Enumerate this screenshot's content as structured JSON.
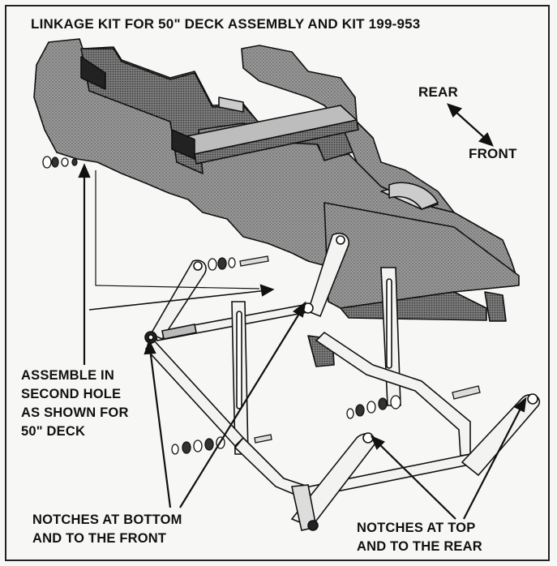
{
  "title": "LINKAGE KIT FOR 50\" DECK ASSEMBLY AND KIT 199-953",
  "direction": {
    "rear": "REAR",
    "front": "FRONT"
  },
  "callouts": {
    "assemble": [
      "ASSEMBLE IN",
      "SECOND HOLE",
      "AS SHOWN FOR",
      "50\" DECK"
    ],
    "notches_bottom": [
      "NOTCHES AT BOTTOM",
      "AND TO THE FRONT"
    ],
    "notches_top": [
      "NOTCHES AT TOP",
      "AND TO THE REAR"
    ]
  },
  "colors": {
    "ink": "#111111",
    "frame_fill": "#8c8c8c",
    "paper": "#f7f7f5"
  }
}
